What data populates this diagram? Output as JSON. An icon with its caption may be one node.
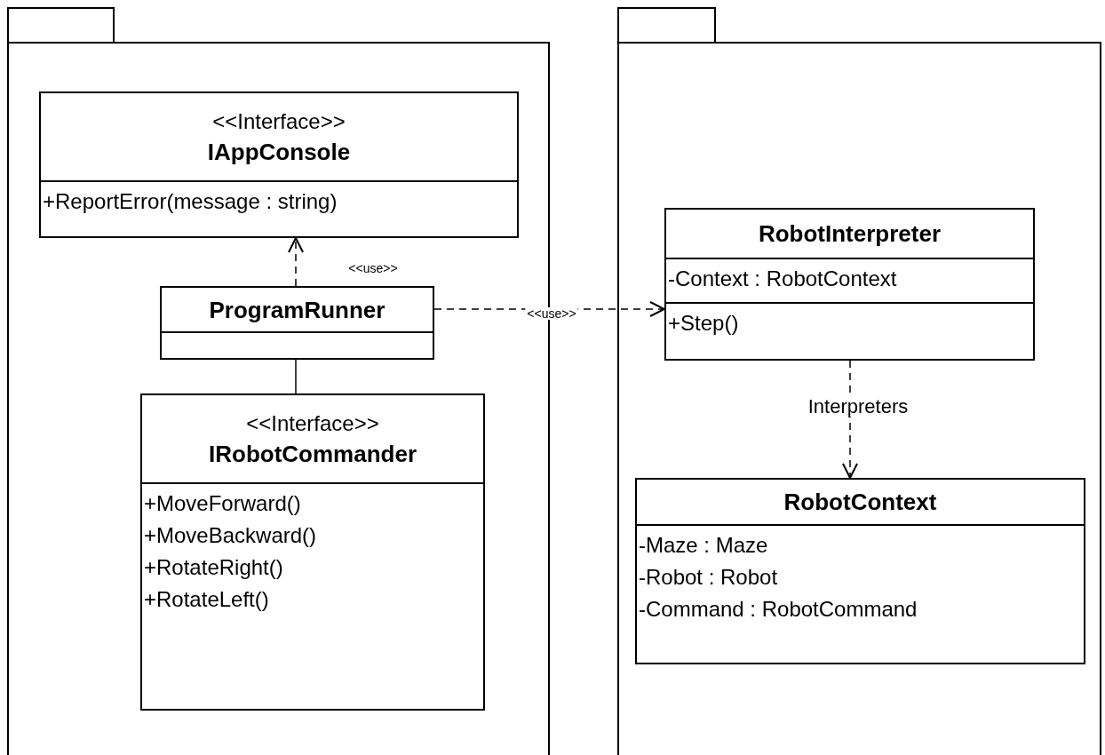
{
  "diagram": {
    "nodes": [
      {
        "text": [],
        "shape": "folder"
      },
      {
        "text": [
          "<<Interface>>",
          "IAppConsole",
          "+ReportError(message : string)"
        ],
        "in": 0
      },
      {
        "text": [
          "ProgramRunner"
        ],
        "in": 0
      },
      {
        "text": [
          "<<Interface>>",
          "IRobotCommander",
          "+MoveForward()",
          "+MoveBackward()",
          "+RotateRight()",
          "+RotateLeft()"
        ],
        "in": 0
      },
      {
        "text": [],
        "shape": "folder"
      },
      {
        "text": [
          "RobotInterpreter",
          "-Context : RobotContext",
          "+Step()"
        ],
        "in": 4
      },
      {
        "text": [
          "RobotContext",
          "-Maze : Maze",
          "-Robot : Robot",
          "-Command : RobotCommand"
        ],
        "in": 4
      }
    ],
    "edges": [
      {
        "from": 2,
        "to": 1,
        "arrow": "to",
        "style": "dashed",
        "label": "<<use>>"
      },
      {
        "from": 2,
        "to": 5,
        "arrow": "to",
        "style": "dashed",
        "label": "<<use>>"
      },
      {
        "from": 2,
        "to": 3,
        "arrow": "none"
      },
      {
        "from": 5,
        "to": 6,
        "arrow": "to",
        "style": "dashed",
        "label": "Interpreters"
      }
    ]
  }
}
